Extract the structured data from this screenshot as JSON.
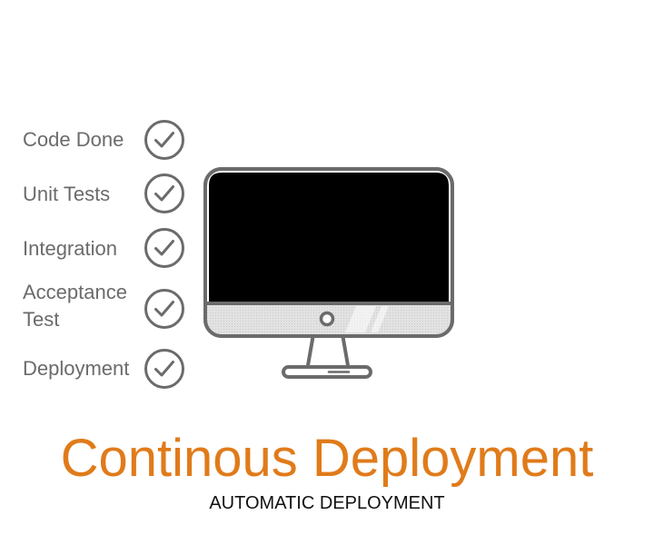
{
  "steps": [
    {
      "label": "Code Done",
      "icon": "check-circle-icon",
      "done": true
    },
    {
      "label": "Unit Tests",
      "icon": "check-circle-icon",
      "done": true
    },
    {
      "label": "Integration",
      "icon": "check-circle-icon",
      "done": true
    },
    {
      "label_line1": "Acceptance",
      "label_line2": "Test",
      "icon": "check-circle-icon",
      "done": true
    },
    {
      "label": "Deployment",
      "icon": "check-circle-icon",
      "done": true
    }
  ],
  "title": "Continous Deployment",
  "subtitle": "AUTOMATIC DEPLOYMENT",
  "illustration": "desktop-monitor-icon",
  "colors": {
    "title": "#e07b1a",
    "label": "#6b6b6b",
    "icon_stroke": "#6b6b6b",
    "screen": "#000000",
    "subtitle": "#111111"
  }
}
